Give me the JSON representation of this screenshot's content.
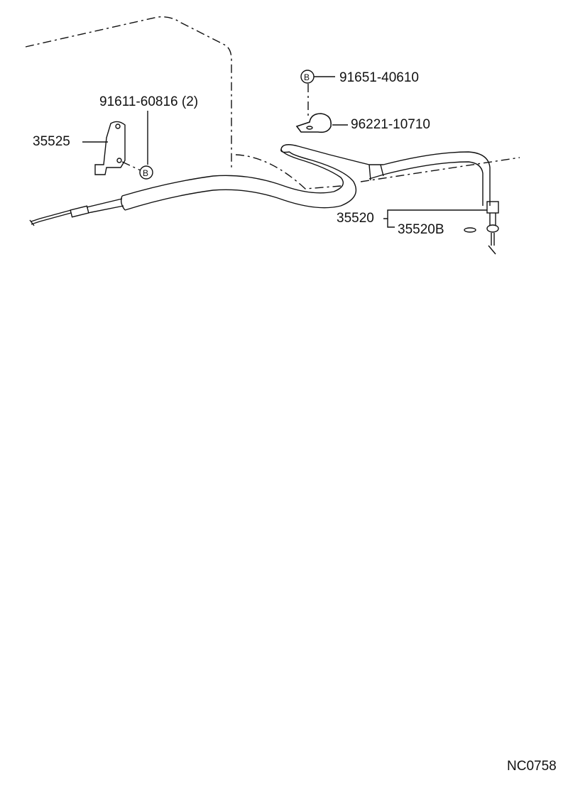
{
  "diagram": {
    "part_labels": {
      "bolt_90": "91611-60816 (2)",
      "bracket": "35525",
      "bolt_b": "91651-40610",
      "clamp": "96221-10710",
      "cable_assy": "35520",
      "cable_sub": "35520B"
    },
    "callout_symbol": "B",
    "drawing_code": "NC0758"
  }
}
